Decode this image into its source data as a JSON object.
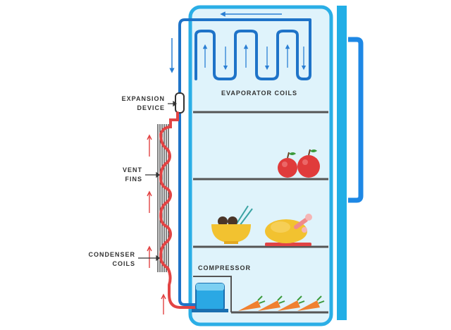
{
  "labels": {
    "expansion_line1": "EXPANSION",
    "expansion_line2": "DEVICE",
    "vent_line1": "VENT",
    "vent_line2": "FINS",
    "condenser_line1": "CONDENSER",
    "condenser_line2": "COILS",
    "evaporator": "EVAPORATOR COILS",
    "compressor": "COMPRESSOR"
  },
  "colors": {
    "fridge_body": "#dff3fb",
    "fridge_outline": "#2aaee6",
    "door": "#22aee6",
    "handle": "#1e88e5",
    "cold_pipe": "#1e73c8",
    "cold_arrow": "#2a7fd4",
    "hot_pipe": "#e24444",
    "hot_arrow": "#e24444",
    "fins": "#2b2b2b",
    "shelf": "#555555",
    "label_text": "#333333"
  },
  "icons": [
    "apple-icon",
    "noodle-bowl-icon",
    "roast-chicken-icon",
    "carrot-icon",
    "compressor-unit-icon"
  ]
}
